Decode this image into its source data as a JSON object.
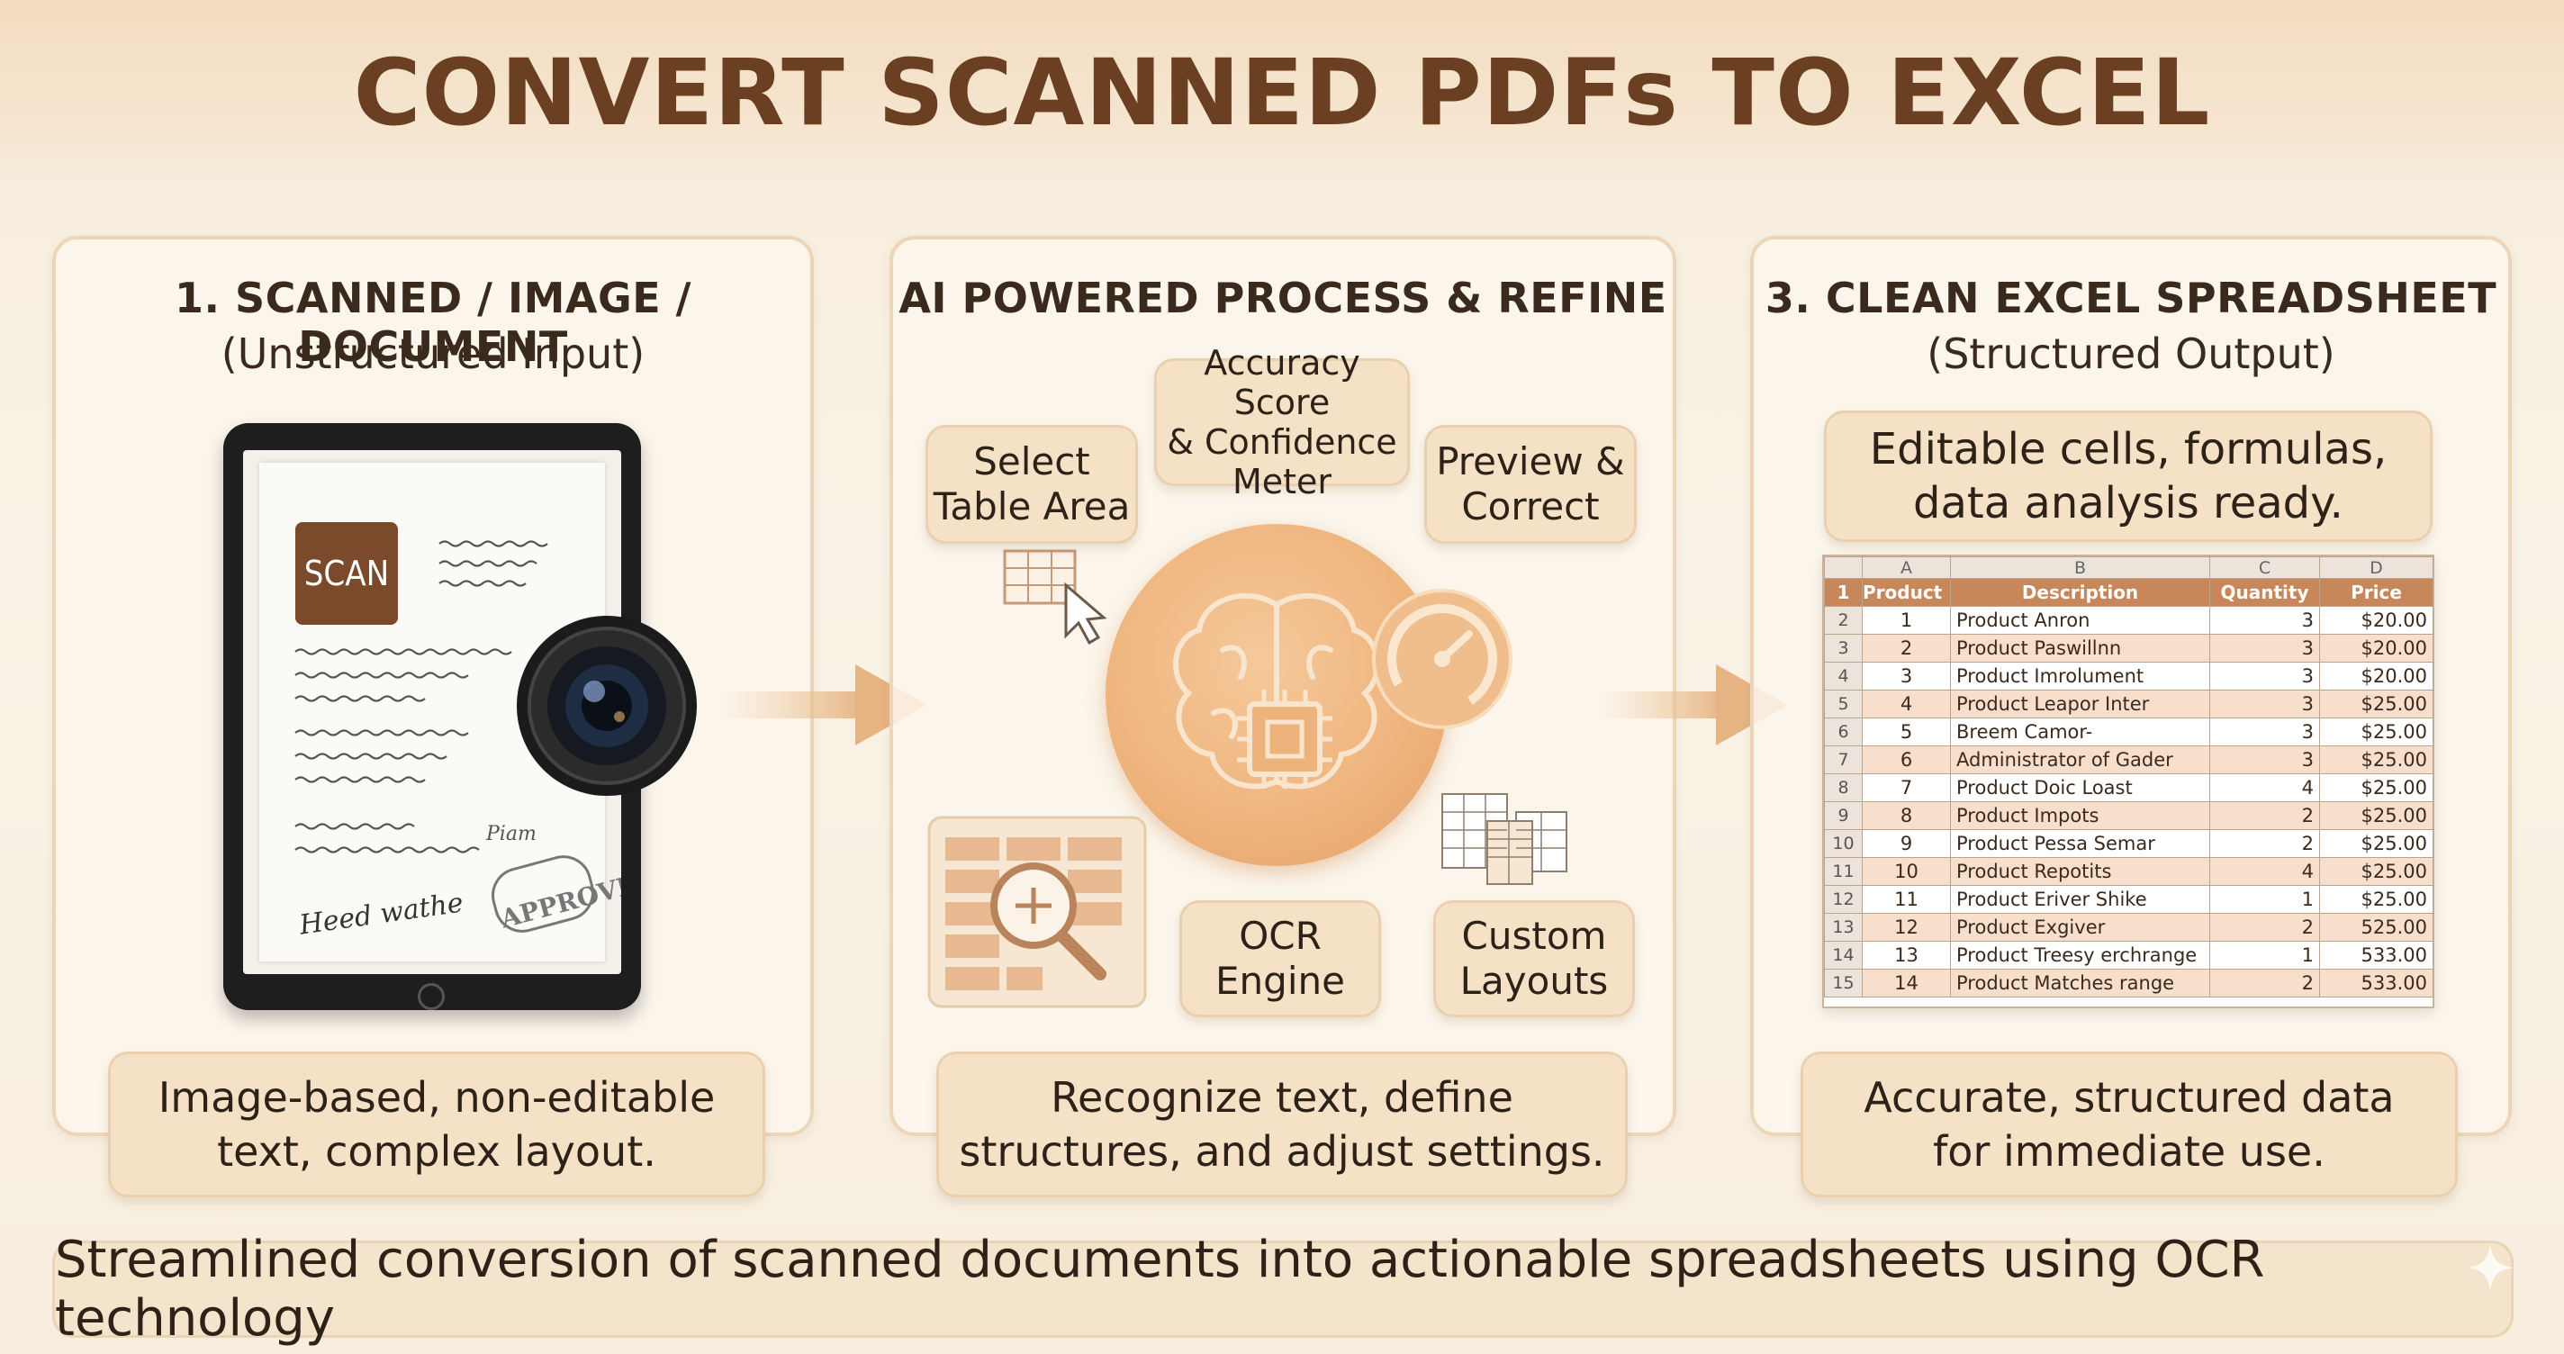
{
  "header": {
    "title": "CONVERT SCANNED PDFs TO EXCEL"
  },
  "panels": [
    {
      "title": "1. SCANNED / IMAGE / DOCUMENT",
      "subtitle": "(Unstructured Input)",
      "caption": "Image-based, non-editable\ntext, complex layout."
    },
    {
      "title": "AI POWERED PROCESS & REFINE",
      "subtitle": "",
      "caption": "Recognize text, define\nstructures, and adjust settings."
    },
    {
      "title": "3. CLEAN EXCEL SPREADSHEET",
      "subtitle": "(Structured Output)",
      "caption": "Accurate, structured data\nfor immediate use."
    }
  ],
  "document": {
    "scan_label": "SCAN",
    "stamp": "APPROVED",
    "signature": "Heed wathe",
    "margin_note": "Piam"
  },
  "process": {
    "select": "Select\nTable Area",
    "accuracy": "Accuracy Score\n& Confidence\nMeter",
    "preview": "Preview &\nCorrect",
    "ocr": "OCR\nEngine",
    "custom": "Custom\nLayouts"
  },
  "output": {
    "banner": "Editable cells, formulas,\ndata analysis ready.",
    "column_letters": [
      "A",
      "B",
      "C",
      "D"
    ],
    "headers": [
      "Product ID",
      "Description",
      "Quantity",
      "Price"
    ],
    "rows": [
      [
        "1",
        "Product Anron",
        "3",
        "$20.00"
      ],
      [
        "2",
        "Product Paswillnn",
        "3",
        "$20.00"
      ],
      [
        "3",
        "Product Imrolument",
        "3",
        "$20.00"
      ],
      [
        "4",
        "Product Leapor Inter",
        "3",
        "$25.00"
      ],
      [
        "5",
        "Breem Camor-",
        "3",
        "$25.00"
      ],
      [
        "6",
        "Administrator of Gader",
        "3",
        "$25.00"
      ],
      [
        "7",
        "Product Doic Loast",
        "4",
        "$25.00"
      ],
      [
        "8",
        "Product Impots",
        "2",
        "$25.00"
      ],
      [
        "9",
        "Product Pessa Semar",
        "2",
        "$25.00"
      ],
      [
        "10",
        "Product Repotits",
        "4",
        "$25.00"
      ],
      [
        "11",
        "Product Eriver Shike",
        "1",
        "$25.00"
      ],
      [
        "12",
        "Product Exgiver",
        "2",
        "525.00"
      ],
      [
        "13",
        "Product Treesy erchrange",
        "1",
        "533.00"
      ],
      [
        "14",
        "Product Matches range",
        "2",
        "533.00"
      ]
    ]
  },
  "footer": {
    "text": "Streamlined conversion of scanned documents into actionable spreadsheets using OCR technology"
  },
  "colors": {
    "brown_title": "#6a3f22",
    "orange_accent": "#eeb37c",
    "table_header": "#c7875a",
    "banding": "#f7dfcb",
    "panel_border": "#ecd5b8"
  }
}
